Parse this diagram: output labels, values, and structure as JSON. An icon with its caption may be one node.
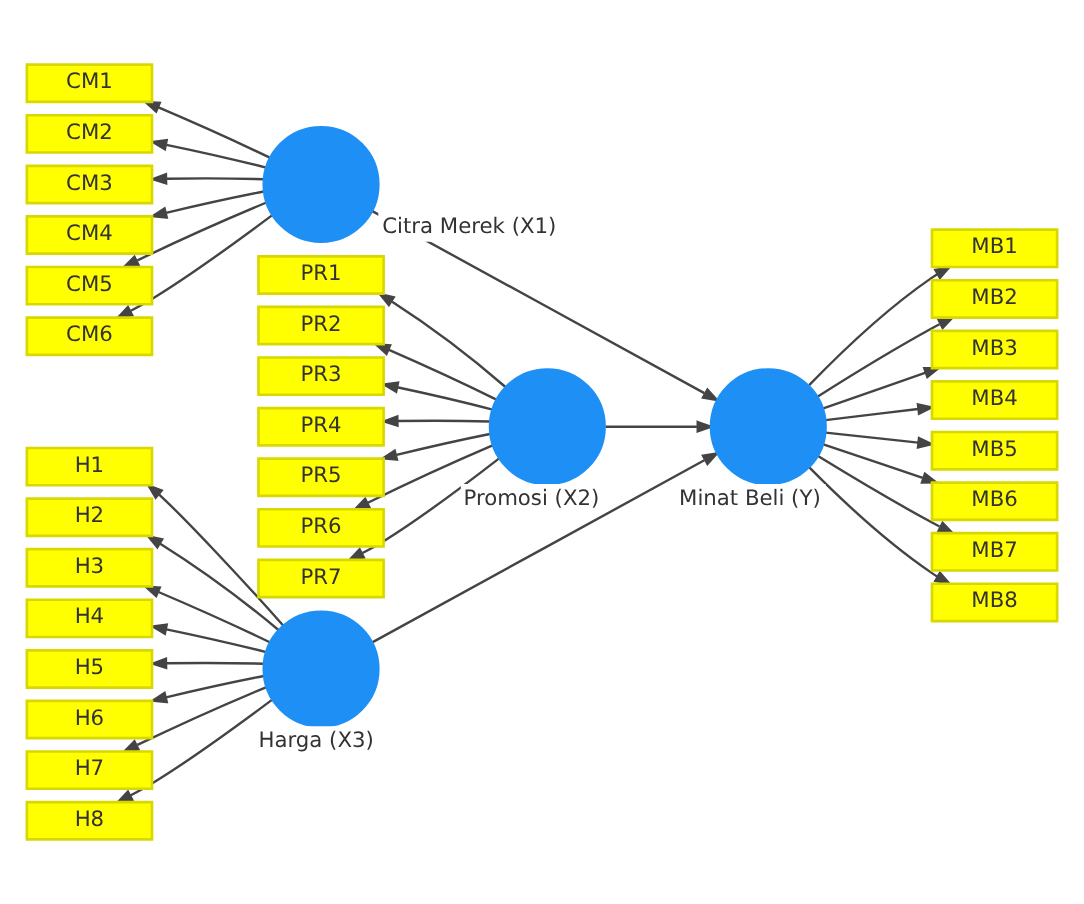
{
  "diagram": {
    "nodes": [
      {
        "text": [
          "Citra Merek (X1)"
        ]
      },
      {
        "text": [
          "CM1"
        ]
      },
      {
        "text": [
          "CM2"
        ]
      },
      {
        "text": [
          "CM3"
        ]
      },
      {
        "text": [
          "CM4"
        ]
      },
      {
        "text": [
          "CM5"
        ]
      },
      {
        "text": [
          "CM6"
        ]
      },
      {
        "text": [
          "Promosi (X2)"
        ]
      },
      {
        "text": [
          "PR1"
        ]
      },
      {
        "text": [
          "PR2"
        ]
      },
      {
        "text": [
          "PR3"
        ]
      },
      {
        "text": [
          "PR4"
        ]
      },
      {
        "text": [
          "PR5"
        ]
      },
      {
        "text": [
          "PR6"
        ]
      },
      {
        "text": [
          "PR7"
        ]
      },
      {
        "text": [
          "Harga (X3)"
        ]
      },
      {
        "text": [
          "H1"
        ]
      },
      {
        "text": [
          "H2"
        ]
      },
      {
        "text": [
          "H3"
        ]
      },
      {
        "text": [
          "H4"
        ]
      },
      {
        "text": [
          "H5"
        ]
      },
      {
        "text": [
          "H6"
        ]
      },
      {
        "text": [
          "H7"
        ]
      },
      {
        "text": [
          "H8"
        ]
      },
      {
        "text": [
          "Minat Beli (Y)"
        ]
      },
      {
        "text": [
          "MB1"
        ]
      },
      {
        "text": [
          "MB2"
        ]
      },
      {
        "text": [
          "MB3"
        ]
      },
      {
        "text": [
          "MB4"
        ]
      },
      {
        "text": [
          "MB5"
        ]
      },
      {
        "text": [
          "MB6"
        ]
      },
      {
        "text": [
          "MB7"
        ]
      },
      {
        "text": [
          "MB8"
        ]
      }
    ],
    "edges": [
      {
        "from": 0,
        "to": 1,
        "arrow": "to"
      },
      {
        "from": 0,
        "to": 2,
        "arrow": "to"
      },
      {
        "from": 0,
        "to": 3,
        "arrow": "to"
      },
      {
        "from": 0,
        "to": 4,
        "arrow": "to"
      },
      {
        "from": 0,
        "to": 5,
        "arrow": "to"
      },
      {
        "from": 0,
        "to": 6,
        "arrow": "to"
      },
      {
        "from": 7,
        "to": 8,
        "arrow": "to"
      },
      {
        "from": 7,
        "to": 9,
        "arrow": "to"
      },
      {
        "from": 7,
        "to": 10,
        "arrow": "to"
      },
      {
        "from": 7,
        "to": 11,
        "arrow": "to"
      },
      {
        "from": 7,
        "to": 12,
        "arrow": "to"
      },
      {
        "from": 7,
        "to": 13,
        "arrow": "to"
      },
      {
        "from": 7,
        "to": 14,
        "arrow": "to"
      },
      {
        "from": 15,
        "to": 16,
        "arrow": "to"
      },
      {
        "from": 15,
        "to": 17,
        "arrow": "to"
      },
      {
        "from": 15,
        "to": 18,
        "arrow": "to"
      },
      {
        "from": 15,
        "to": 19,
        "arrow": "to"
      },
      {
        "from": 15,
        "to": 20,
        "arrow": "to"
      },
      {
        "from": 15,
        "to": 21,
        "arrow": "to"
      },
      {
        "from": 15,
        "to": 22,
        "arrow": "to"
      },
      {
        "from": 15,
        "to": 23,
        "arrow": "to"
      },
      {
        "from": 0,
        "to": 24,
        "arrow": "to"
      },
      {
        "from": 7,
        "to": 24,
        "arrow": "to"
      },
      {
        "from": 15,
        "to": 24,
        "arrow": "to"
      },
      {
        "from": 24,
        "to": 25,
        "arrow": "to"
      },
      {
        "from": 24,
        "to": 26,
        "arrow": "to"
      },
      {
        "from": 24,
        "to": 27,
        "arrow": "to"
      },
      {
        "from": 24,
        "to": 28,
        "arrow": "to"
      },
      {
        "from": 24,
        "to": 29,
        "arrow": "to"
      },
      {
        "from": 24,
        "to": 30,
        "arrow": "to"
      },
      {
        "from": 24,
        "to": 31,
        "arrow": "to"
      },
      {
        "from": 24,
        "to": 32,
        "arrow": "to"
      }
    ]
  }
}
